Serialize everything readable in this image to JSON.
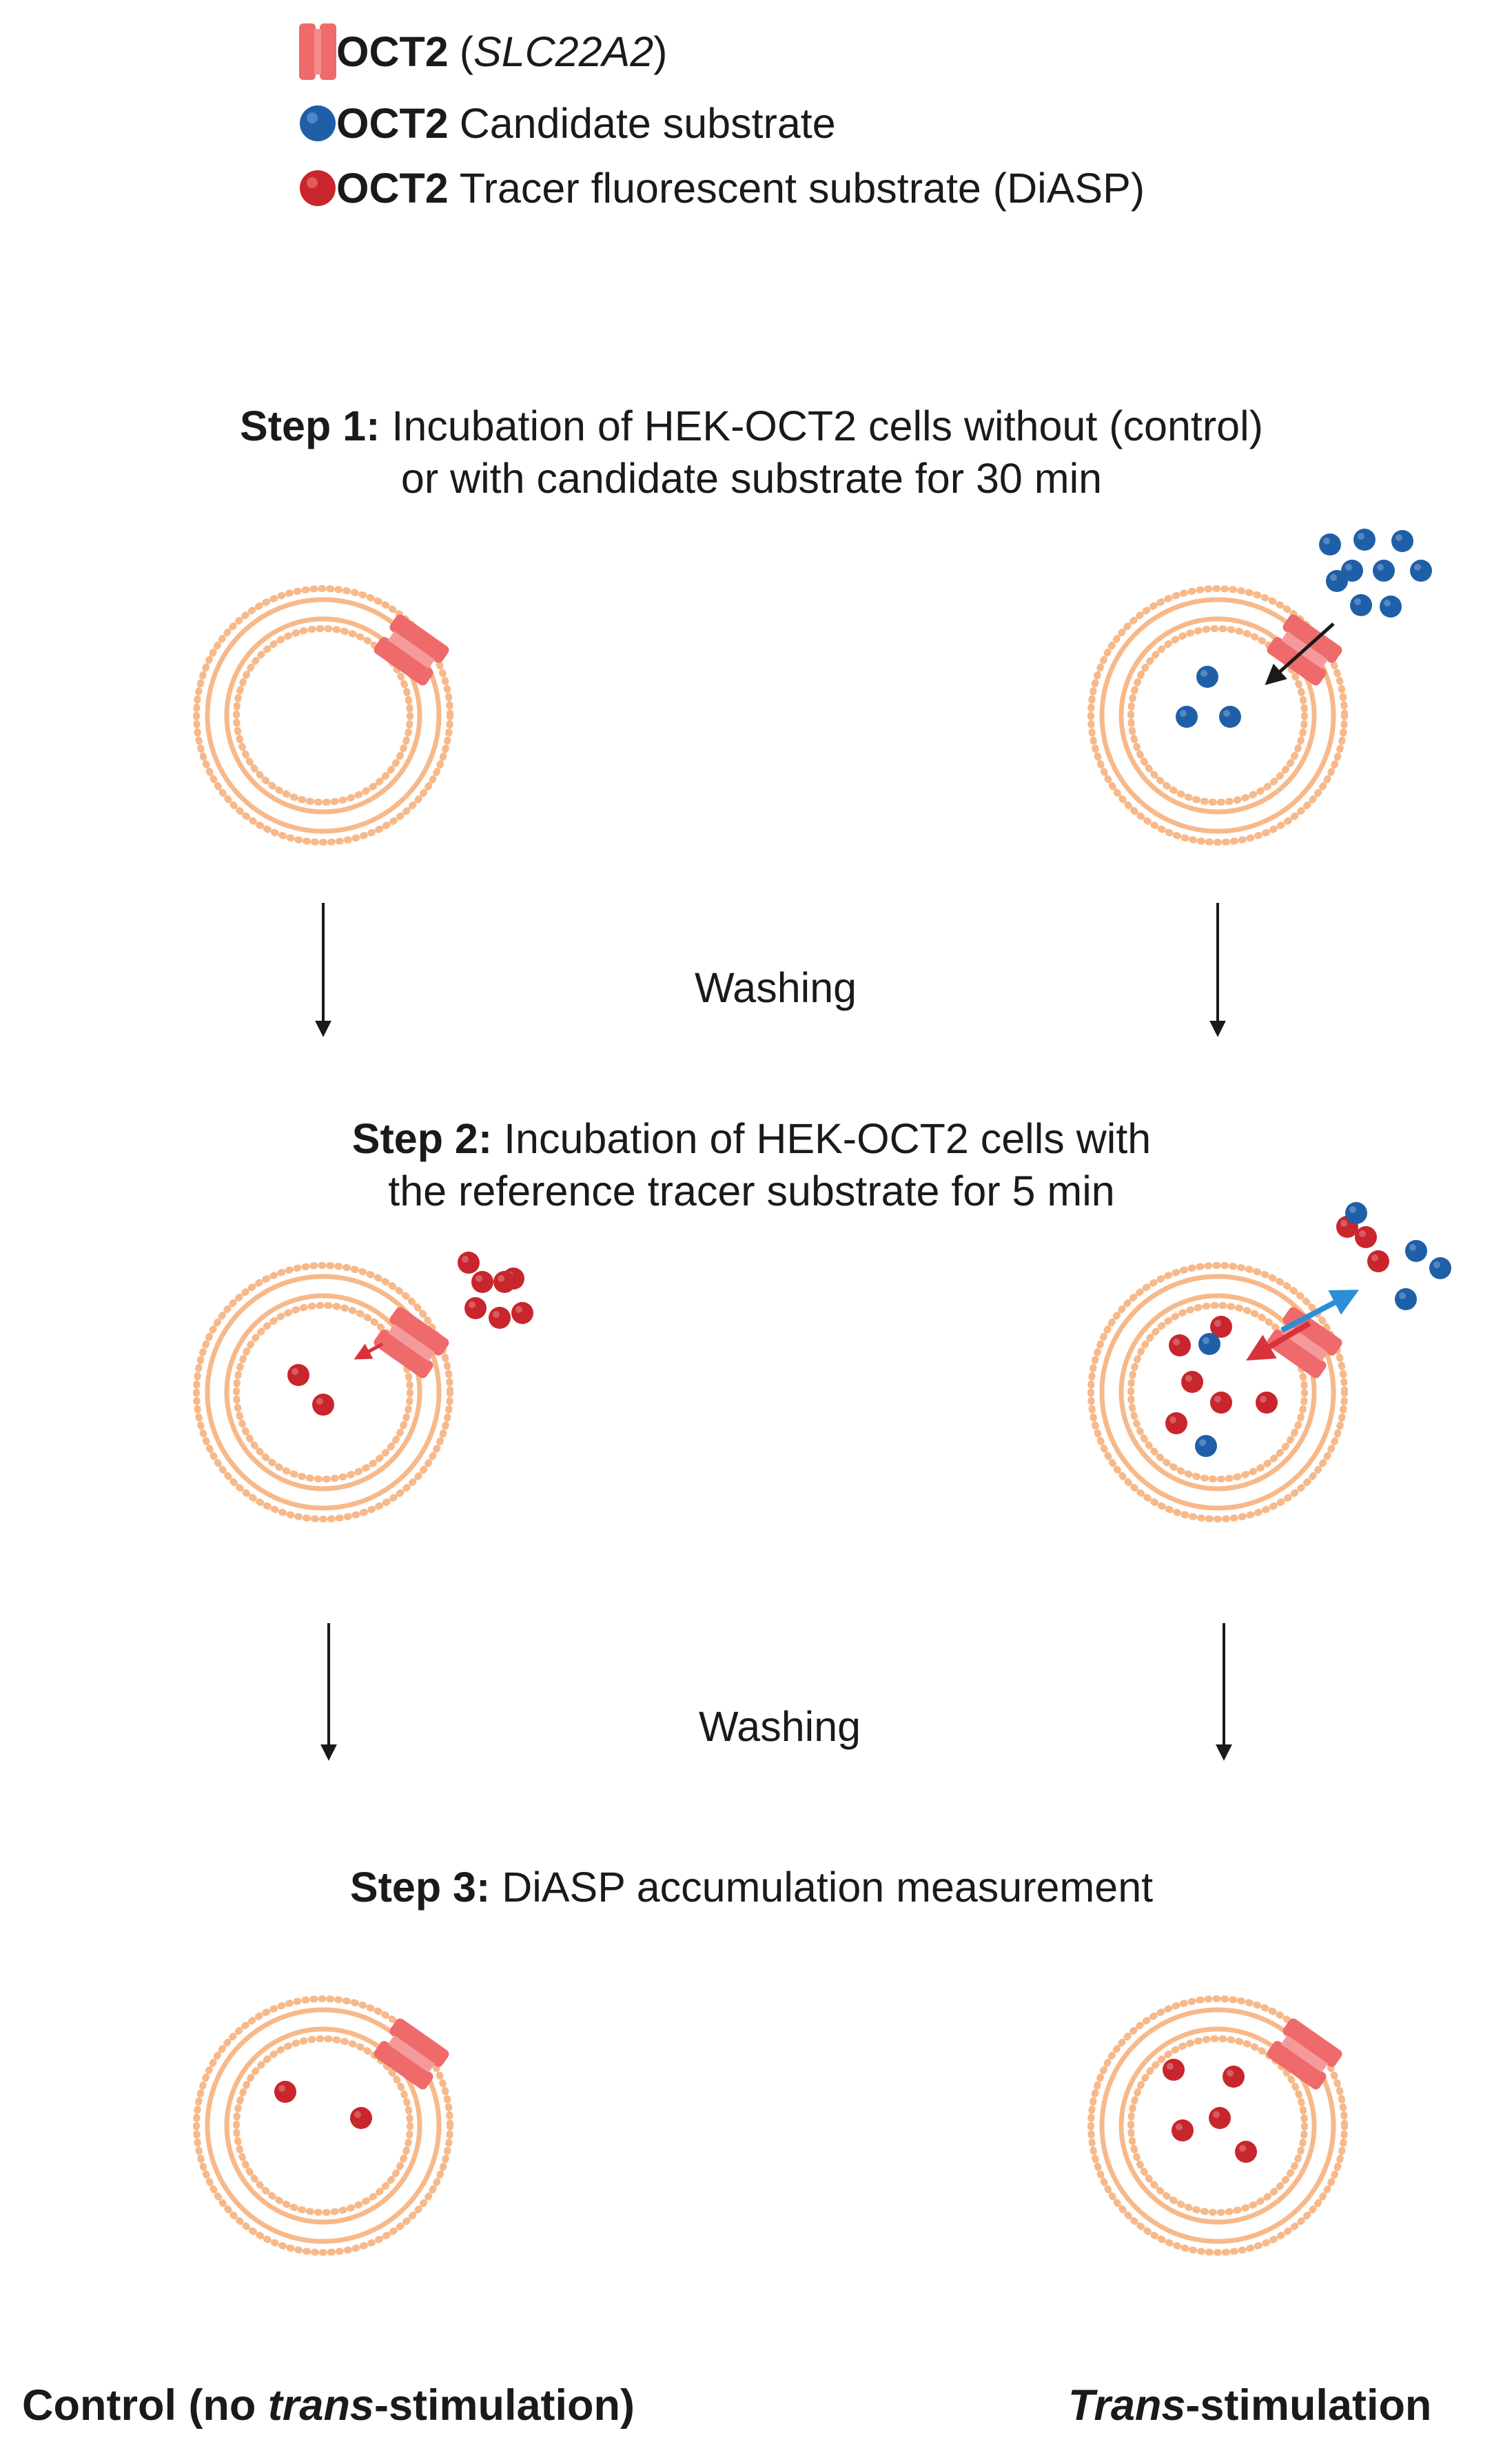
{
  "legend": {
    "transporter": {
      "name": "OCT2",
      "gene": "SLC22A2",
      "color": "#ef6a6a"
    },
    "candidate": {
      "name": "OCT2",
      "label": "Candidate substrate",
      "color": "#1f5fa8"
    },
    "tracer": {
      "name": "OCT2",
      "label": "Tracer fluorescent substrate (DiASP)",
      "color": "#c8262c"
    }
  },
  "step1": {
    "label": "Step 1:",
    "line1": "Incubation of HEK-OCT2 cells without (control)",
    "line2": "or with candidate substrate for 30 min"
  },
  "washing_1": "Washing",
  "step2": {
    "label": "Step 2:",
    "line1": "Incubation of HEK-OCT2 cells with",
    "line2": "the reference tracer substrate for 5 min"
  },
  "washing_2": "Washing",
  "step3": {
    "label": "Step 3:",
    "line1": "DiASP accumulation measurement"
  },
  "captions": {
    "control_prefix": "Control (no ",
    "control_italic": "trans",
    "control_suffix": "-stimulation)",
    "trans_italic": "Trans",
    "trans_suffix": "-stimulation"
  },
  "colors": {
    "membrane": "#f7b98a",
    "transporter": "#ef6a6a",
    "candidate": "#1f5fa8",
    "tracer": "#c8262c",
    "efflux_arrow": "#2a8fd6",
    "arrow": "#1a1a1a"
  }
}
